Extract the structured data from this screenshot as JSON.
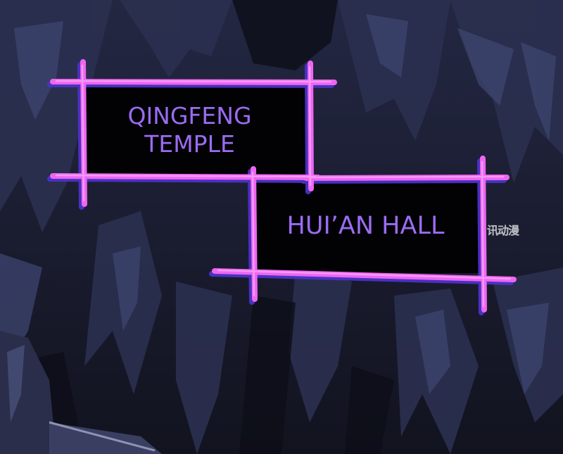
{
  "scene": {
    "background": "dark-cave-stalactites",
    "colors": {
      "cave_dark": "#1a1c30",
      "cave_mid": "#2c3152",
      "cave_light": "#46507a",
      "frame_pink": "#ee66f2",
      "frame_shadow": "#4b33c8",
      "caption_text": "#9a6cf0",
      "box_fill": "#020104"
    }
  },
  "captions": [
    {
      "line1": "QINGFENG",
      "line2": "TEMPLE"
    },
    {
      "line1": "HUI’AN HALL"
    }
  ],
  "watermark": {
    "text": "讯动漫"
  }
}
